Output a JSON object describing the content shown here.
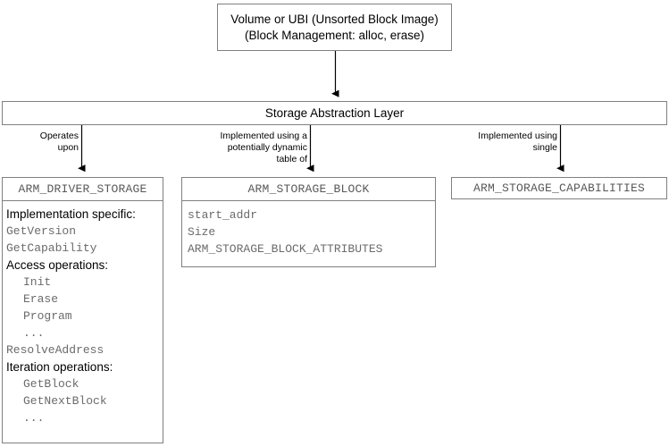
{
  "diagram": {
    "top_node": {
      "name": "volume-ubi-node",
      "lines": [
        "Volume or UBI (Unsorted Block Image)",
        "(Block Management: alloc, erase)"
      ]
    },
    "layer_node": {
      "name": "storage-abstraction-layer-node",
      "title": "Storage Abstraction Layer"
    },
    "edge_labels": [
      {
        "id": "operates-upon",
        "text": "Operates\nupon",
        "lines": [
          "Operates",
          "upon"
        ]
      },
      {
        "id": "implemented-table",
        "text": "Implemented using a potentially dynamic table of",
        "lines": [
          "Implemented using a",
          "potentially dynamic",
          "table of"
        ]
      },
      {
        "id": "implemented-single",
        "text": "Implemented using single",
        "lines": [
          "Implemented using",
          "single"
        ]
      }
    ],
    "driver_node": {
      "name": "arm-driver-storage-node",
      "title": "ARM_DRIVER_STORAGE",
      "rows": [
        {
          "kind": "section",
          "label": "Implementation specific:",
          "indent": false
        },
        {
          "kind": "member",
          "label": "GetVersion",
          "indent": false
        },
        {
          "kind": "member",
          "label": "GetCapability",
          "indent": false
        },
        {
          "kind": "section",
          "label": "Access operations:",
          "indent": false
        },
        {
          "kind": "member",
          "label": "Init",
          "indent": true
        },
        {
          "kind": "member",
          "label": "Erase",
          "indent": true
        },
        {
          "kind": "member",
          "label": "Program",
          "indent": true
        },
        {
          "kind": "member",
          "label": "...",
          "indent": true
        },
        {
          "kind": "member",
          "label": "ResolveAddress",
          "indent": false
        },
        {
          "kind": "section",
          "label": "Iteration operations:",
          "indent": false
        },
        {
          "kind": "member",
          "label": "GetBlock",
          "indent": true
        },
        {
          "kind": "member",
          "label": "GetNextBlock",
          "indent": true
        },
        {
          "kind": "member",
          "label": "...",
          "indent": true
        }
      ]
    },
    "block_node": {
      "name": "arm-storage-block-node",
      "title": "ARM_STORAGE_BLOCK",
      "rows": [
        {
          "kind": "member",
          "label": "start_addr",
          "indent": false
        },
        {
          "kind": "member",
          "label": "Size",
          "indent": false
        },
        {
          "kind": "member",
          "label": "ARM_STORAGE_BLOCK_ATTRIBUTES",
          "indent": false
        }
      ]
    },
    "capabilities_node": {
      "name": "arm-storage-capabilities-node",
      "title": "ARM_STORAGE_CAPABILITIES"
    },
    "colors": {
      "box_border": "#808080",
      "member_text": "#6b6b6b",
      "section_text": "#000000",
      "connector": "#000000",
      "background": "#ffffff"
    }
  }
}
